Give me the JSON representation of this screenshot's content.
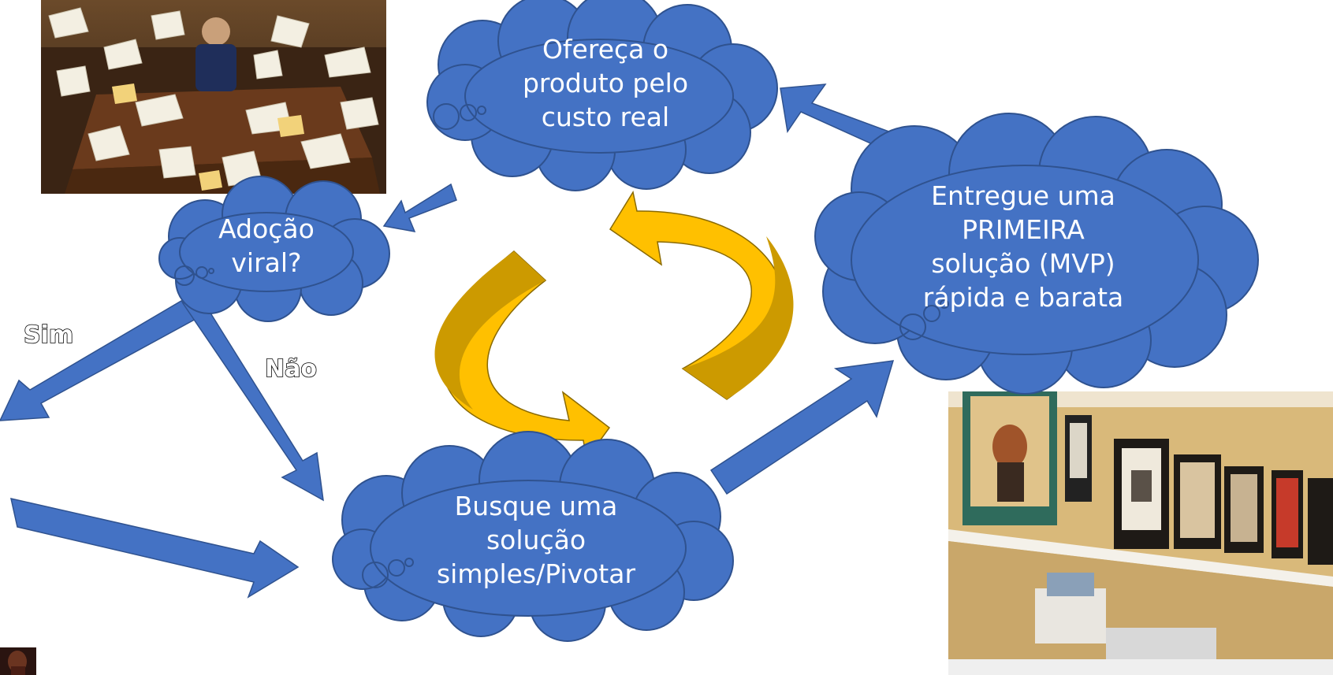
{
  "colors": {
    "cloud_fill": "#4472C4",
    "cloud_stroke": "#2F528F",
    "arrow_fill": "#4472C4",
    "curved_arrow_fill": "#FFC000",
    "curved_arrow_shade": "#CC9A00",
    "text": "#FFFFFF"
  },
  "clouds": {
    "offer": {
      "lines": [
        "Ofereça o",
        "produto pelo",
        "custo real"
      ]
    },
    "viral": {
      "lines": [
        "Adoção",
        "viral?"
      ]
    },
    "deliver": {
      "lines": [
        "Entregue uma",
        "PRIMEIRA",
        "solução (MVP)",
        "rápida e barata"
      ]
    },
    "search": {
      "lines": [
        "Busque uma",
        "solução",
        "simples/Pivotar"
      ]
    }
  },
  "branches": {
    "yes": "Sim",
    "no": "Não"
  },
  "images": {
    "top_left": "messy-office-desk-photo",
    "bottom_right": "framed-pictures-shelf-photo",
    "bottom_left": "small-dark-thumbnail"
  }
}
